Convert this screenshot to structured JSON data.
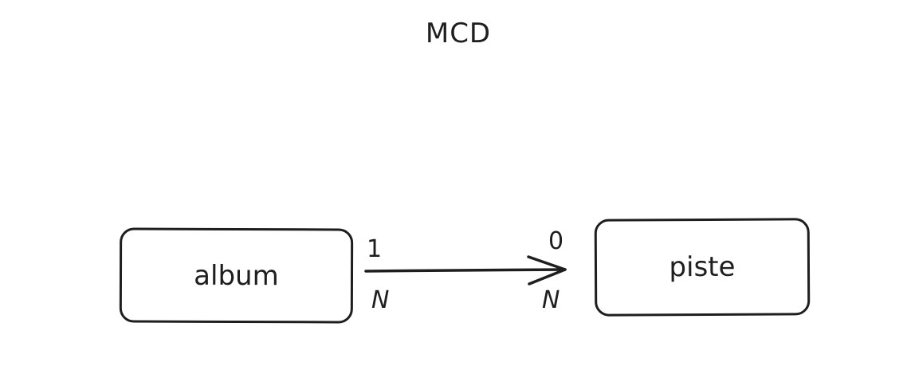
{
  "diagram": {
    "title": "MCD",
    "entities": [
      {
        "id": "album",
        "label": "album"
      },
      {
        "id": "piste",
        "label": "piste"
      }
    ],
    "relation": {
      "from": "album",
      "to": "piste",
      "source_cardinality_top": "1",
      "source_cardinality_bottom": "N",
      "target_cardinality_top": "0",
      "target_cardinality_bottom": "N",
      "stroke_color": "#1e1e1e"
    }
  }
}
